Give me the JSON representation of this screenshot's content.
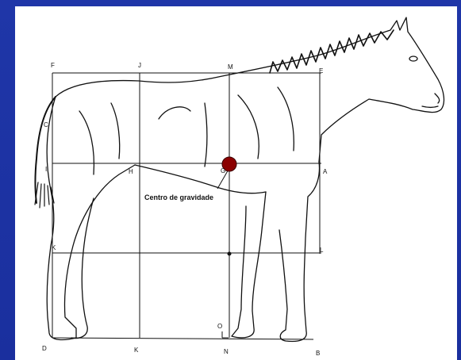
{
  "diagram": {
    "caption": "Centro de gravidade",
    "point_labels": {
      "F": "F",
      "J": "J",
      "M": "M",
      "E": "E",
      "C": "C",
      "I": "I",
      "H": "H",
      "G": "G",
      "A": "A",
      "K": "K",
      "L": "L",
      "O": "O",
      "D": "D",
      "K2": "K",
      "N": "N",
      "B": "B"
    },
    "colors": {
      "background": "#1a2f9e",
      "panel": "#ffffff",
      "line": "#111111",
      "center_marker": "#8b0000"
    },
    "icons": {
      "horse": "horse-illustration",
      "center": "center-of-gravity-marker"
    }
  }
}
